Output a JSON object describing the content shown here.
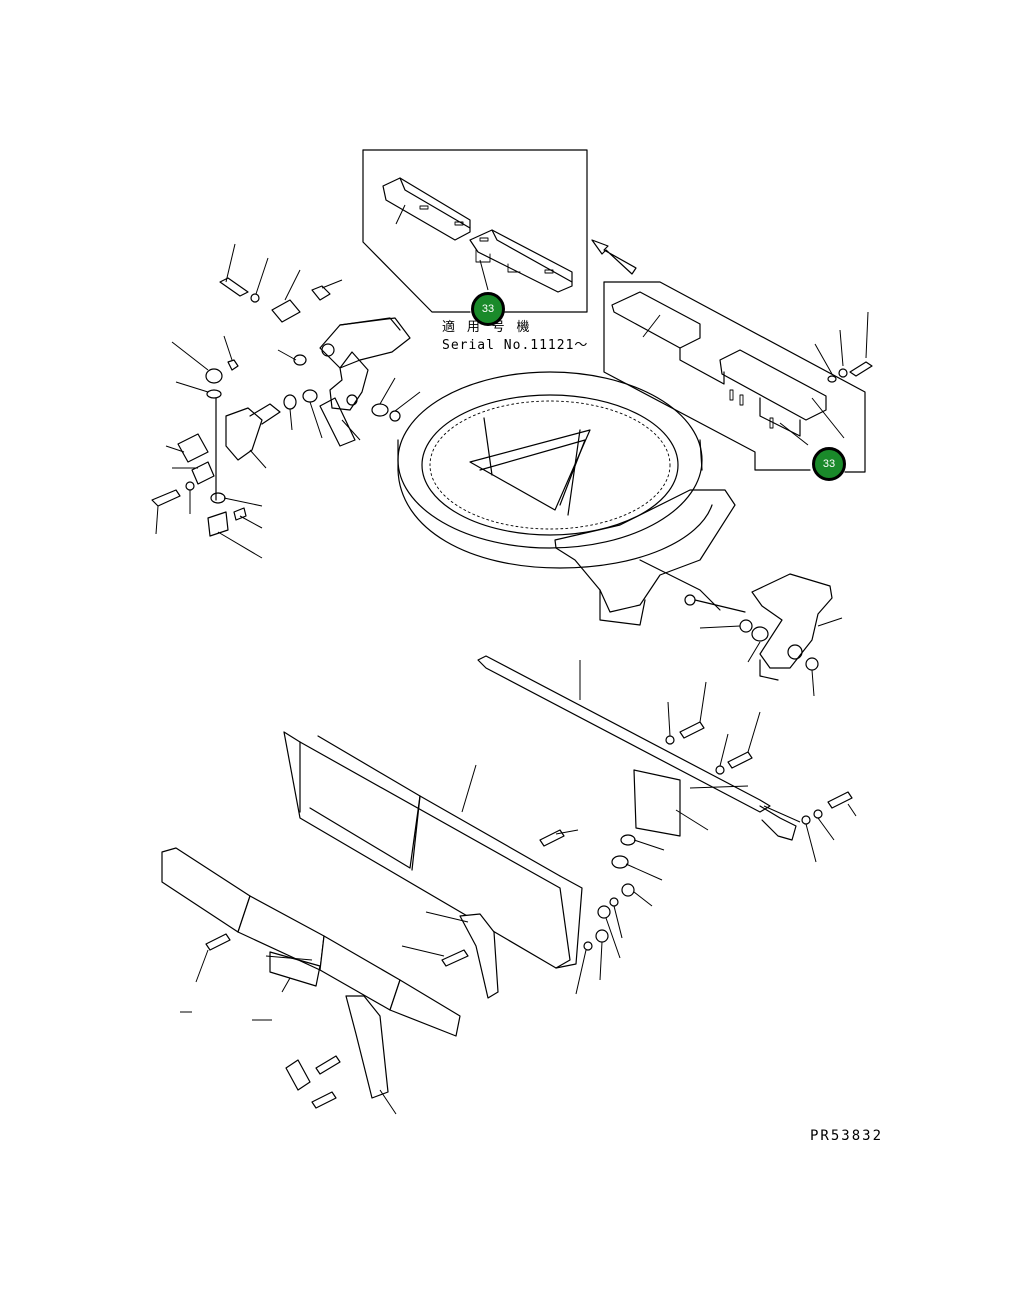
{
  "inset": {
    "applicable_label": "適 用 号 機",
    "serial_label": "Serial No.11121～"
  },
  "callouts": [
    {
      "label": "33"
    },
    {
      "label": "33"
    }
  ],
  "drawing_number": "PR53832",
  "colors": {
    "callout_fill": "#1a8a2a",
    "line": "#000000"
  }
}
